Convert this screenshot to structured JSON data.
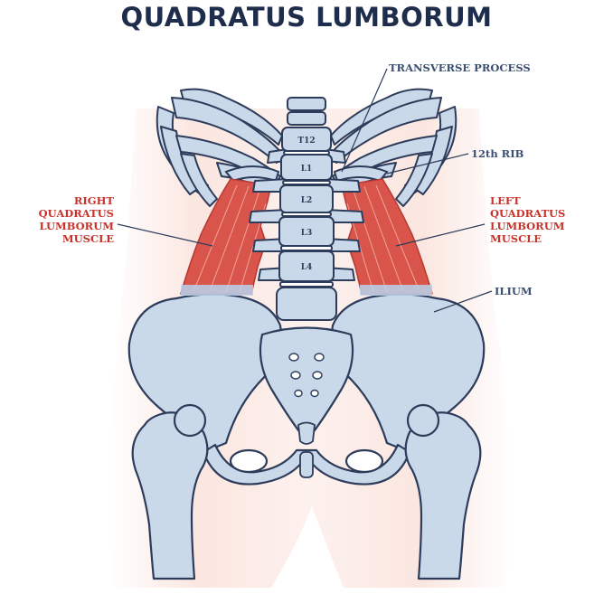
{
  "title": "QUADRATUS LUMBORUM",
  "labels": {
    "transverse_process": "TRANSVERSE PROCESS",
    "rib12": "12th RIB",
    "right_qlm": [
      "RIGHT",
      "QUADRATUS",
      "LUMBORUM",
      "MUSCLE"
    ],
    "left_qlm": [
      "LEFT",
      "QUADRATUS",
      "LUMBORUM",
      "MUSCLE"
    ],
    "ilium": "ILIUM"
  },
  "vertebrae": [
    "T12",
    "L1",
    "L2",
    "L3",
    "L4"
  ],
  "colors": {
    "bone": "#c9d9ea",
    "bone_shadow": "#a9c0d9",
    "outline": "#2d3c5a",
    "muscle": "#d9554c",
    "muscle_dark": "#b83a33",
    "skin": "#fbe4de",
    "label_blue": "#3a4e72",
    "label_red": "#c8322a"
  }
}
